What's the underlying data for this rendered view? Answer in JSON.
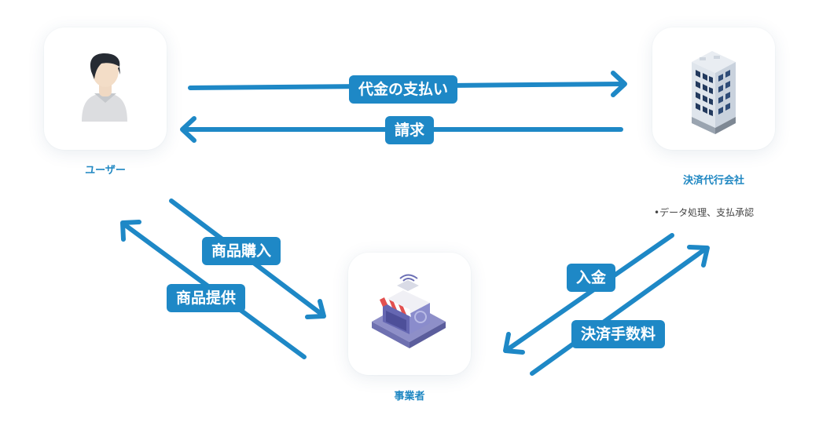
{
  "nodes": {
    "user": {
      "label": "ユーザー",
      "icon": "user-avatar-icon"
    },
    "payment_agency": {
      "label": "決済代行会社",
      "icon": "office-building-icon",
      "note": "•データ処理、支払承認"
    },
    "merchant": {
      "label": "事業者",
      "icon": "shop-storefront-icon"
    }
  },
  "flows": {
    "payment": "代金の支払い",
    "billing": "請求",
    "purchase": "商品購入",
    "provide": "商品提供",
    "deposit": "入金",
    "fee": "決済手数料"
  },
  "colors": {
    "arrow": "#1e88c6",
    "pill_bg": "#1e88c6",
    "label": "#1f87c2"
  }
}
